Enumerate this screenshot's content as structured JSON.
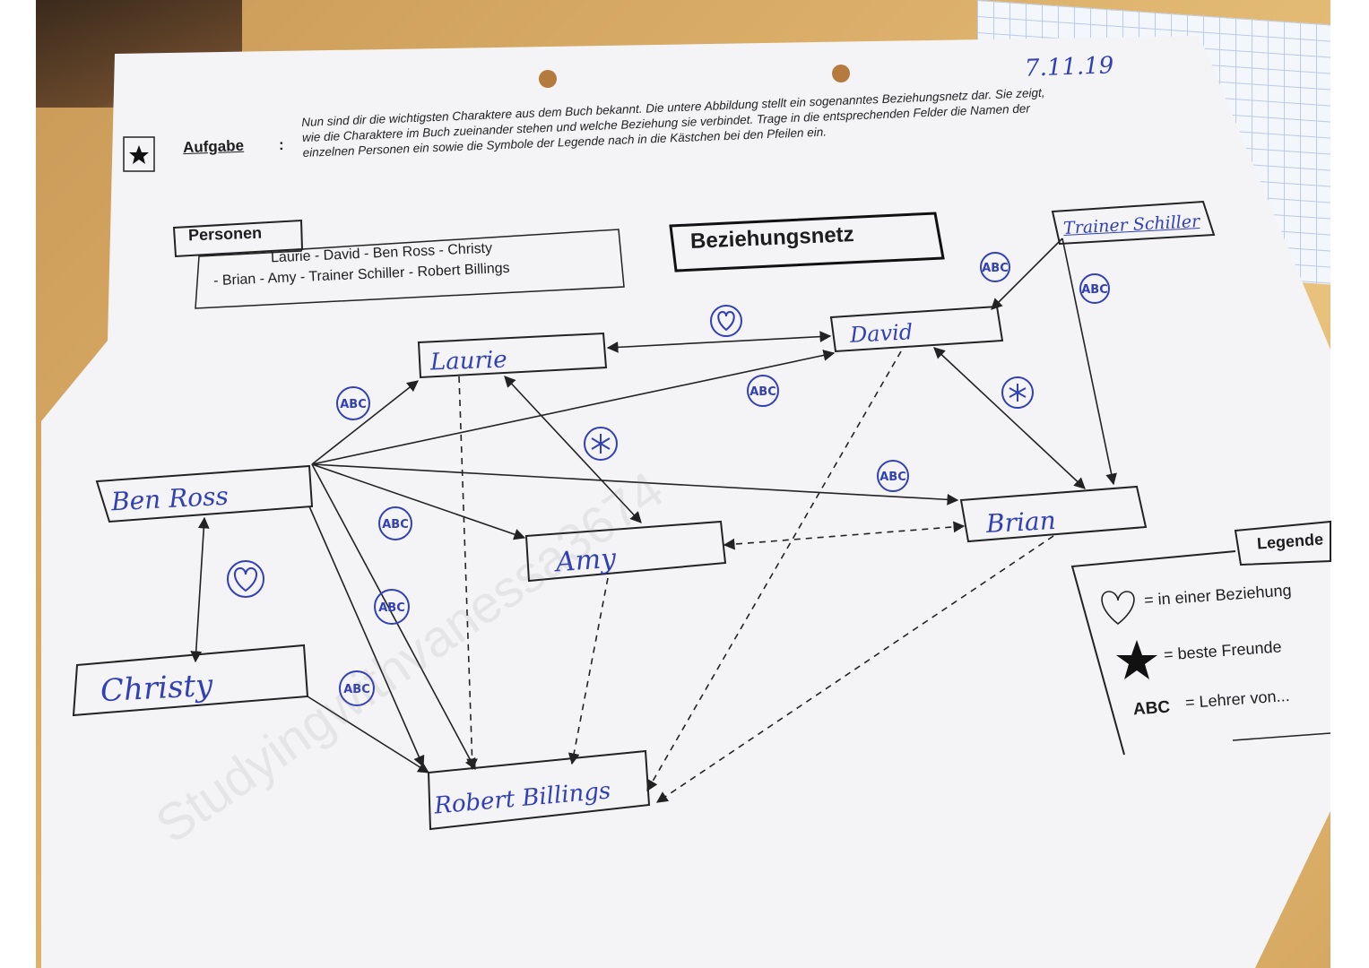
{
  "date": "7.11.19",
  "task": {
    "star_icon": "star-icon",
    "label": "Aufgabe",
    "colon": ":",
    "text": "Nun sind dir die wichtigsten Charaktere aus dem Buch bekannt. Die untere Abbildung stellt ein sogenanntes Beziehungsnetz dar. Sie zeigt, wie die Charaktere im Buch zueinander stehen und welche Beziehung sie verbindet. Trage in die entsprechenden Felder die Namen der einzelnen Personen ein sowie die Symbole der Legende nach in die Kästchen bei den Pfeilen ein."
  },
  "personen": {
    "title": "Personen",
    "line1": "Laurie  -  David  -  Ben Ross  -  Christy",
    "line2": "-  Brian  -  Amy  -  Trainer Schiller  -  Robert Billings"
  },
  "diagram_title": "Beziehungsnetz",
  "nodes": {
    "laurie": "Laurie",
    "david": "David",
    "trainer": "Trainer Schiller",
    "ben": "Ben Ross",
    "amy": "Amy",
    "brian": "Brian",
    "christy": "Christy",
    "robert": "Robert Billings"
  },
  "symbols": {
    "abc": "ABC"
  },
  "legend": {
    "title": "Legende",
    "heart_icon": "heart-icon",
    "heart_text": "= in einer Beziehung",
    "star_icon": "star-icon",
    "star_text": "= beste Freunde",
    "abc_label": "ABC",
    "abc_text": "= Lehrer von..."
  },
  "watermark": "Studyingwithvanessa3674"
}
